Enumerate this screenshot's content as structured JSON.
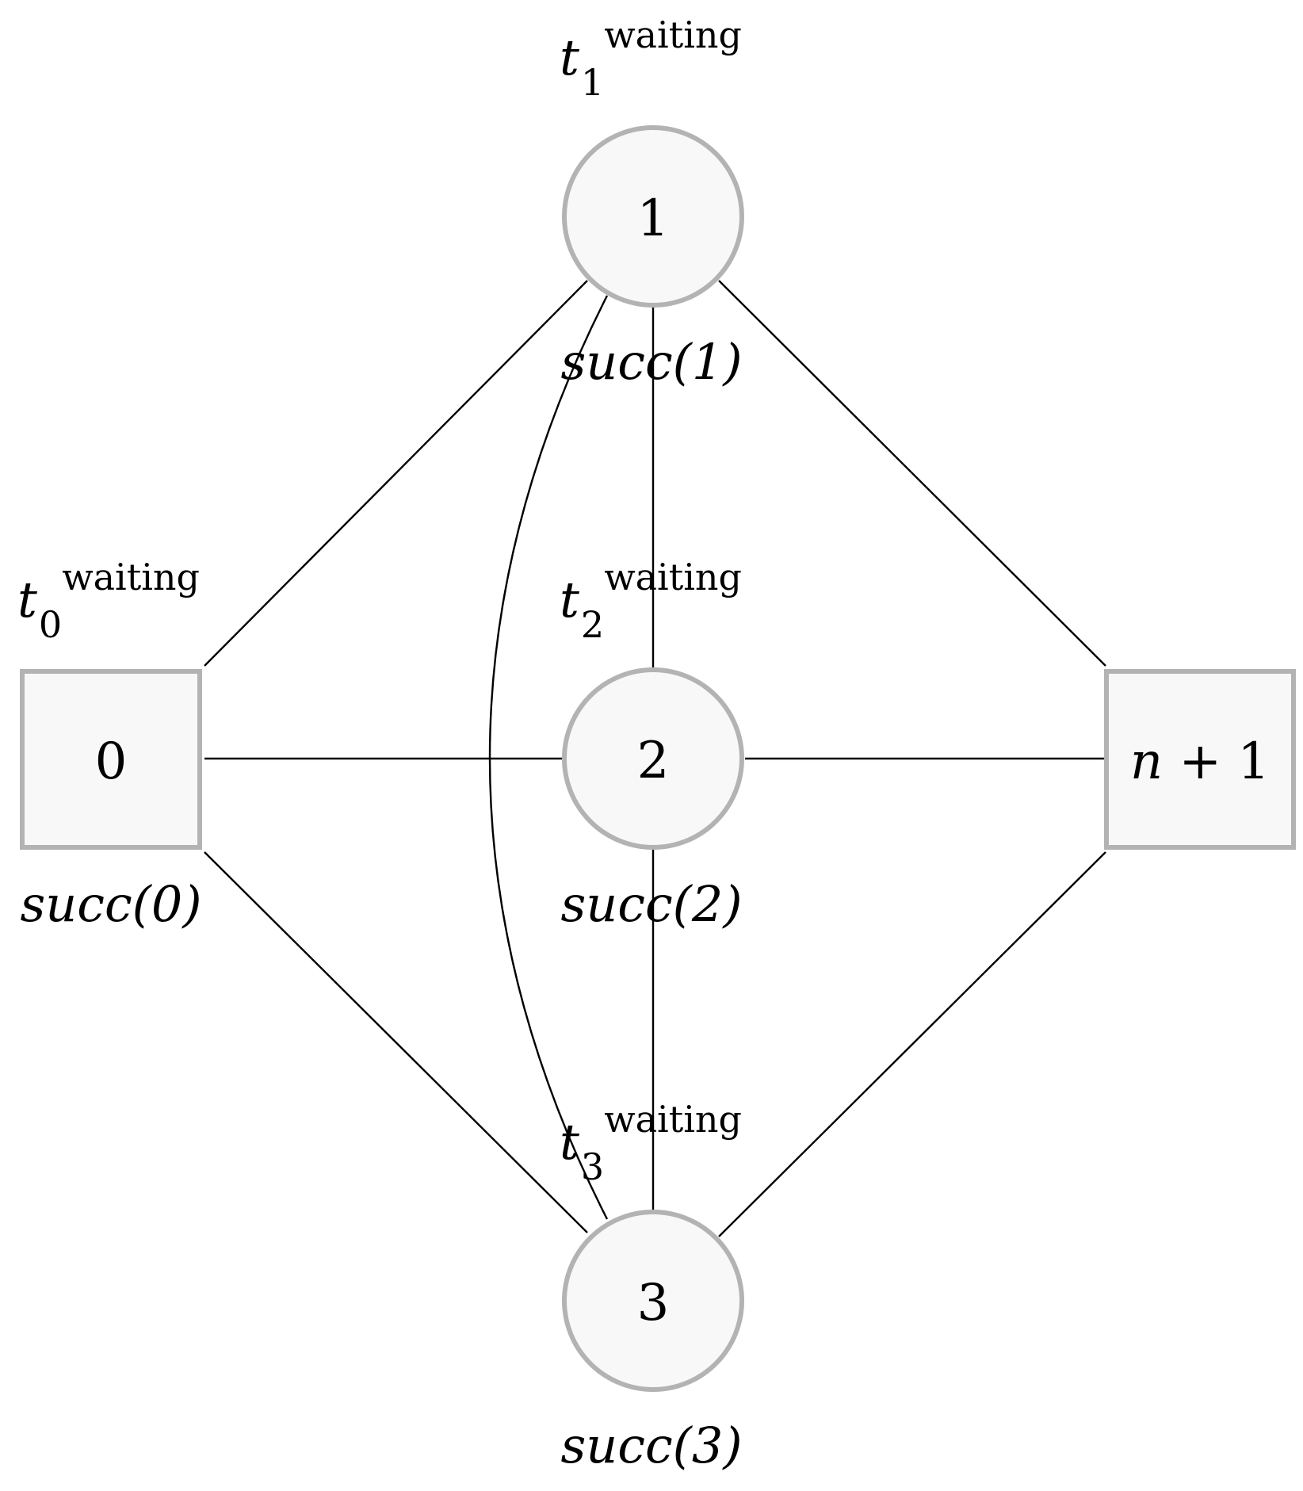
{
  "nodes": [
    {
      "id": "0",
      "shape": "square",
      "label": "0",
      "succ_label": "succ(0)",
      "time_label": {
        "base": "t",
        "sub": "0",
        "sup": "waiting"
      }
    },
    {
      "id": "1",
      "shape": "circle",
      "label": "1",
      "succ_label": "succ(1)",
      "time_label": {
        "base": "t",
        "sub": "1",
        "sup": "waiting"
      }
    },
    {
      "id": "2",
      "shape": "circle",
      "label": "2",
      "succ_label": "succ(2)",
      "time_label": {
        "base": "t",
        "sub": "2",
        "sup": "waiting"
      }
    },
    {
      "id": "3",
      "shape": "circle",
      "label": "3",
      "succ_label": "succ(3)",
      "time_label": {
        "base": "t",
        "sub": "3",
        "sup": "waiting"
      }
    },
    {
      "id": "n+1",
      "shape": "square",
      "label_italic": "n",
      "label_rest": " + 1"
    }
  ],
  "edges": [
    [
      "0",
      "1"
    ],
    [
      "0",
      "2"
    ],
    [
      "0",
      "3"
    ],
    [
      "1",
      "2"
    ],
    [
      "1",
      "3"
    ],
    [
      "1",
      "n+1"
    ],
    [
      "2",
      "3"
    ],
    [
      "2",
      "n+1"
    ],
    [
      "3",
      "n+1"
    ]
  ],
  "colors": {
    "node_fill": "#f8f8f8",
    "node_stroke": "#b3b3b3",
    "edge": "#000000"
  }
}
